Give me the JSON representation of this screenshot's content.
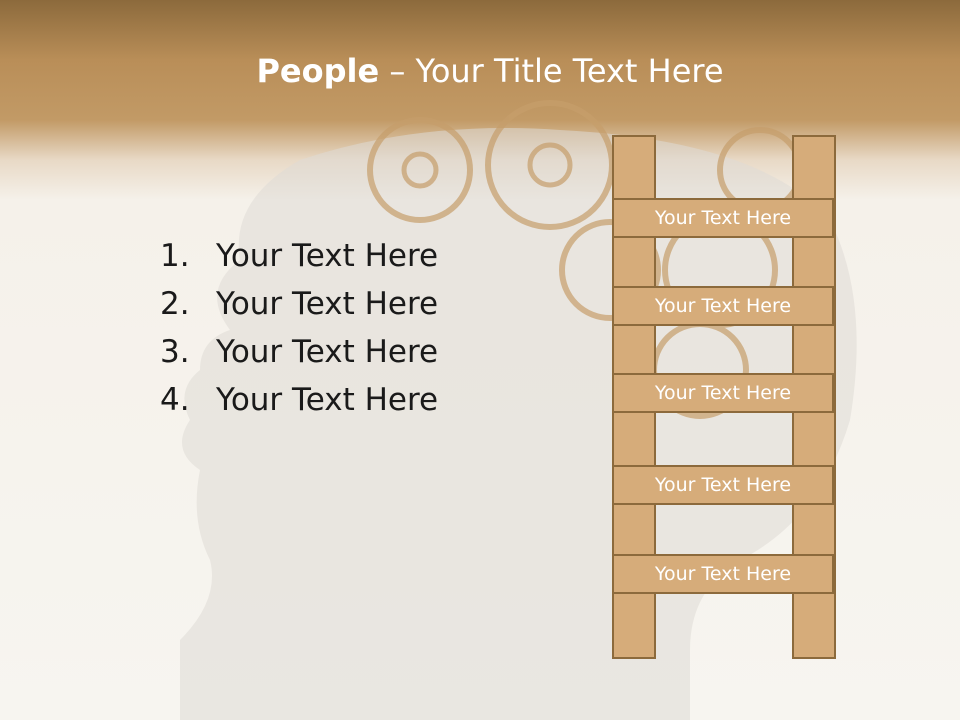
{
  "title": {
    "bold": "People",
    "rest": " – Your Title Text Here"
  },
  "list": [
    {
      "num": "1.",
      "text": "Your Text Here"
    },
    {
      "num": "2.",
      "text": "Your Text Here"
    },
    {
      "num": "3.",
      "text": "Your Text Here"
    },
    {
      "num": "4.",
      "text": "Your Text Here"
    }
  ],
  "rungs": [
    "Your Text Here",
    "Your Text Here",
    "Your Text Here",
    "Your Text Here",
    "Your Text Here"
  ],
  "colors": {
    "header": "#b98e58",
    "ladder": "#d6ac7a",
    "ladder_border": "#8c6a3c"
  }
}
